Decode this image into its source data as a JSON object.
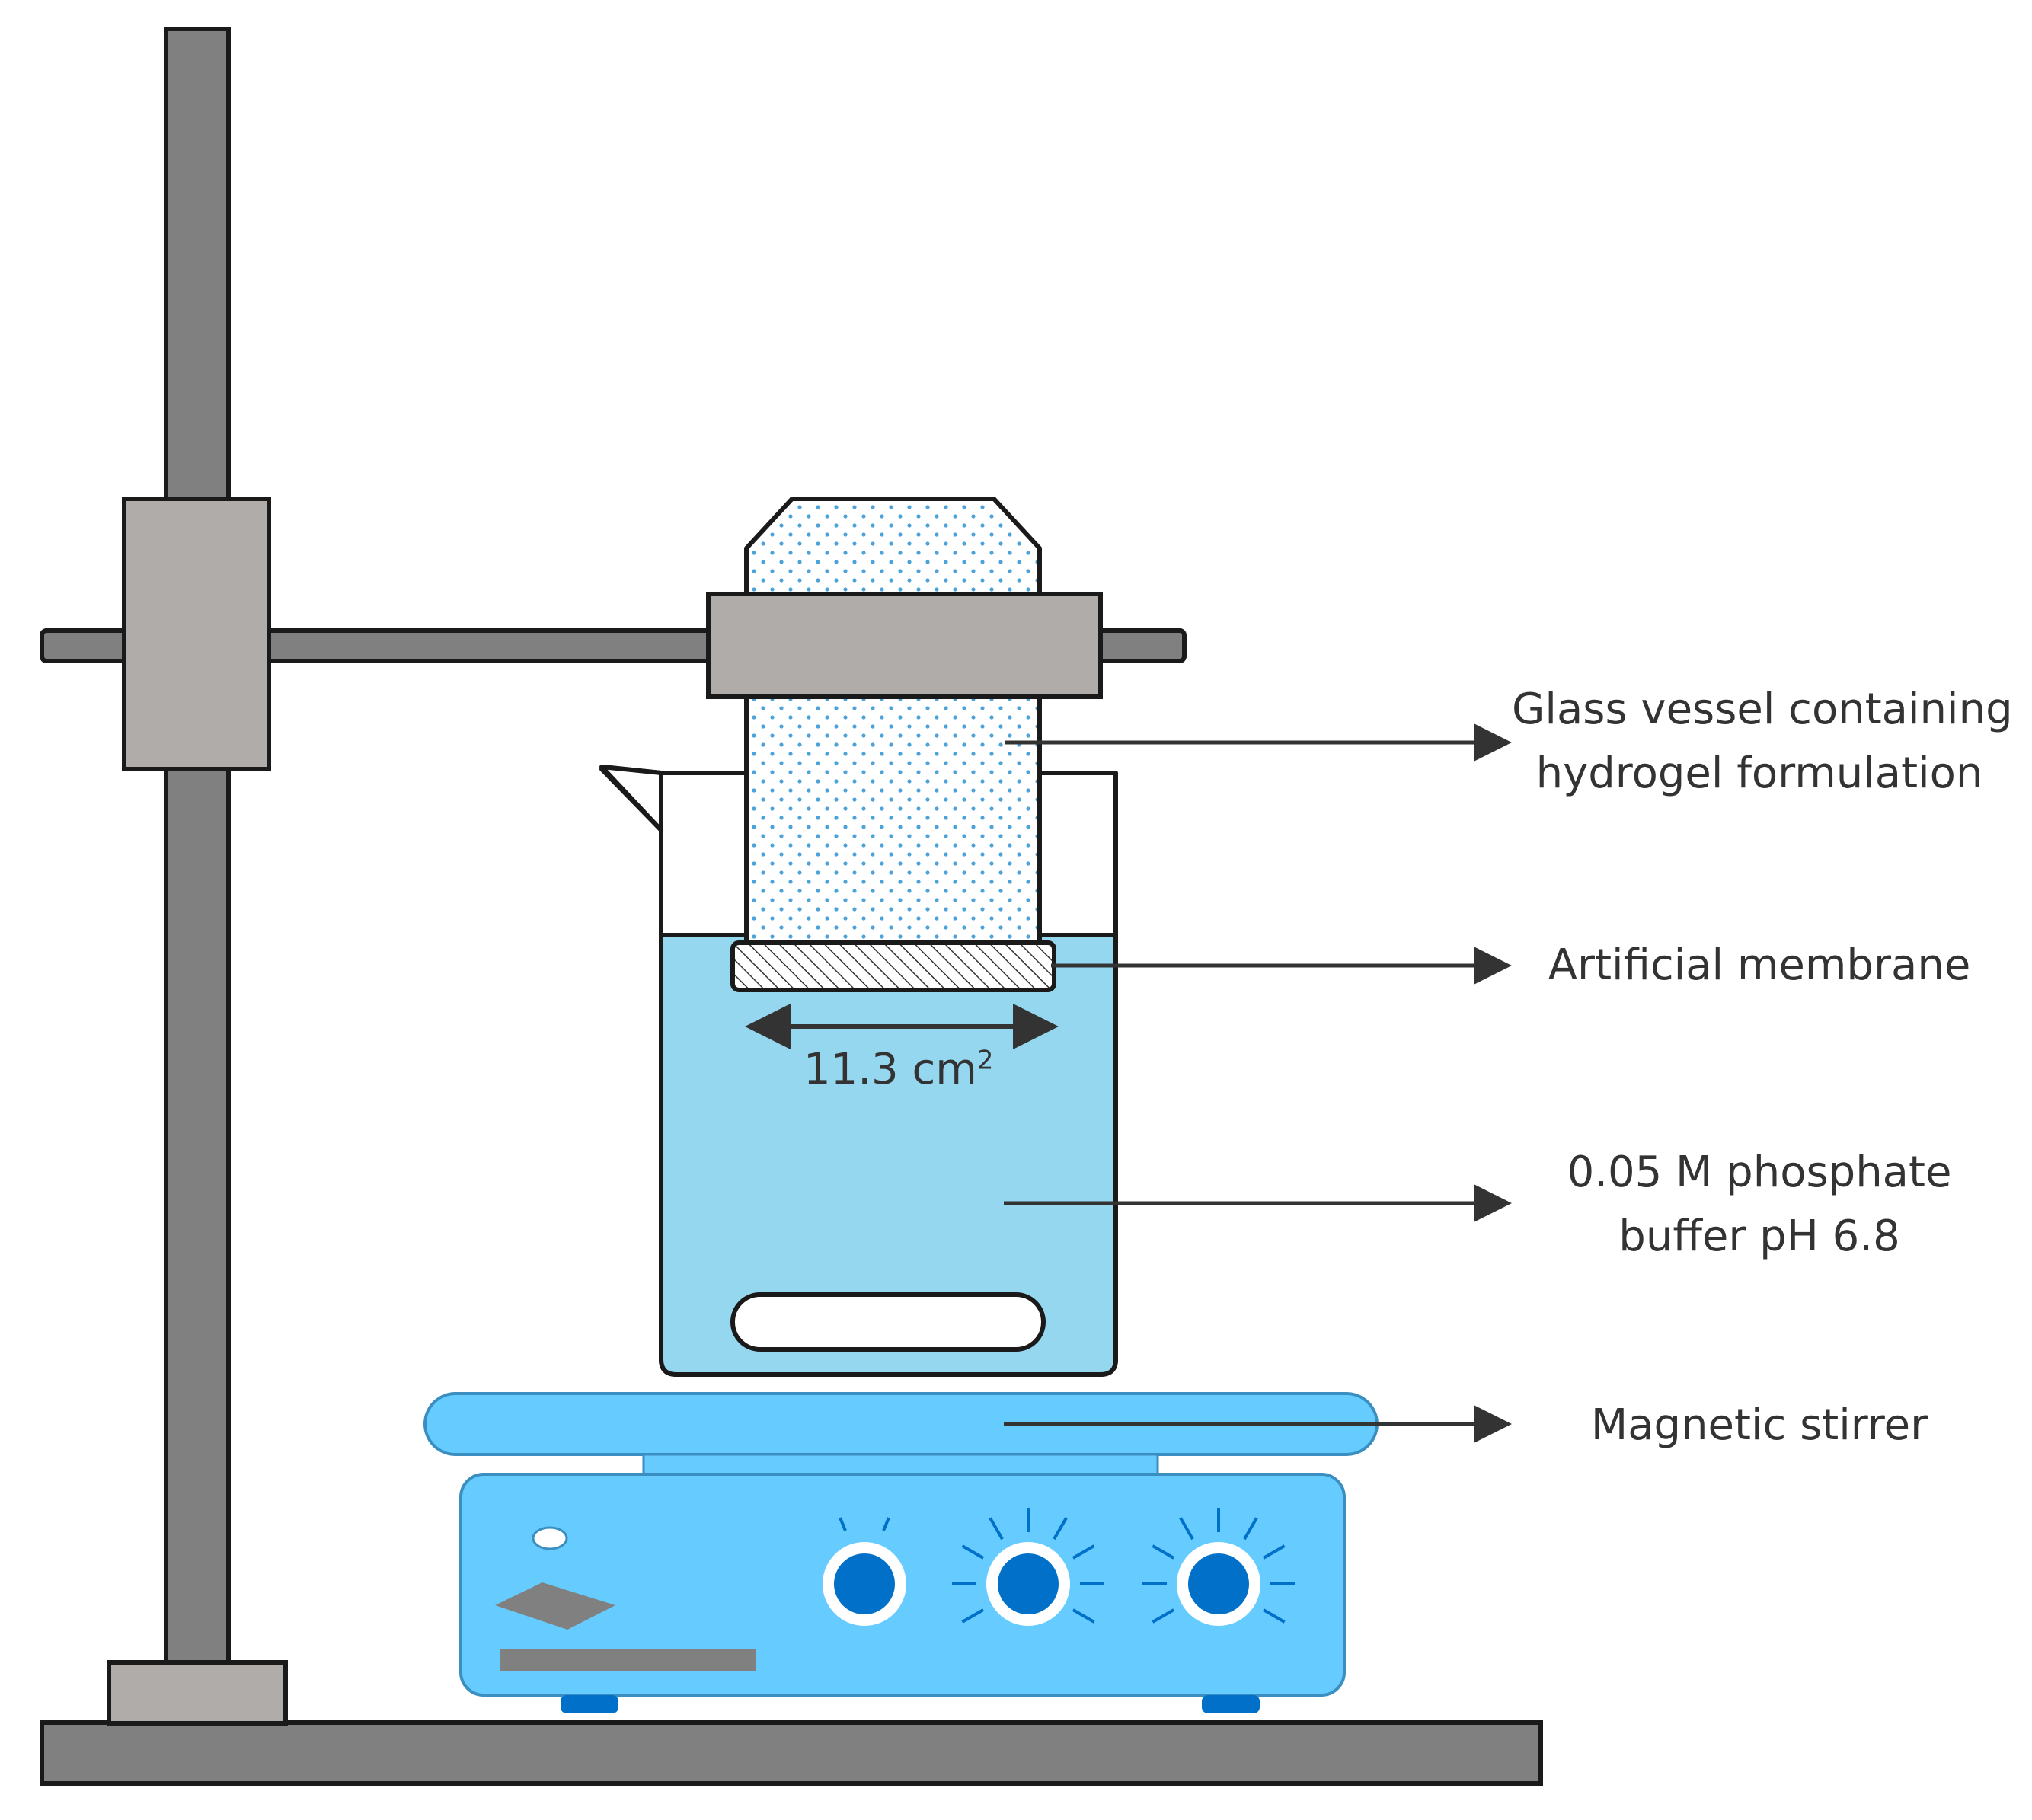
{
  "labels": {
    "glass_vessel": [
      "Glass vessel containing",
      "hydrogel formulation"
    ],
    "membrane": [
      "Artificial membrane"
    ],
    "buffer": [
      "0.05 M phosphate",
      "buffer pH 6.8"
    ],
    "stirrer": [
      "Magnetic stirrer"
    ]
  },
  "membrane_area": {
    "value": "11.3 cm",
    "superscript": "2"
  },
  "colors": {
    "stand_rod": "#808080",
    "clamp": "#B0ACA9",
    "outline": "#1a1a1a",
    "buffer_fill": "#96D7F0",
    "stirrer_body": "#66CCFF",
    "stirrer_top": "#66CCFF",
    "knob": "#0070C9",
    "dots": "#4CA3D9",
    "text": "#333333"
  },
  "icons": {
    "knobs": "dial-icon",
    "indicator": "led-icon",
    "stir_bar": "stir-bar-icon"
  }
}
